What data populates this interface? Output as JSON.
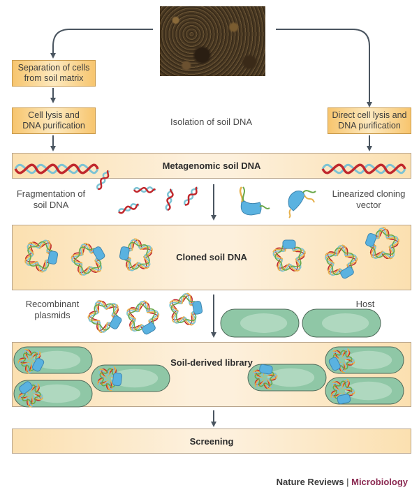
{
  "figure": {
    "source_image": "soil-photo",
    "center_caption": "Isolation of soil DNA",
    "left_path": {
      "step1": "Separation of cells from soil matrix",
      "step1_lines": [
        "Separation of cells",
        "from soil matrix"
      ],
      "step2_lines": [
        "Cell lysis and",
        "DNA purification"
      ]
    },
    "right_path": {
      "step1_lines": [
        "Direct cell lysis and",
        "DNA purification"
      ]
    },
    "bands": {
      "metagenomic": "Metagenomic soil DNA",
      "cloned": "Cloned soil DNA",
      "library": "Soil-derived library",
      "screening": "Screening"
    },
    "side_labels": {
      "fragmentation_lines": [
        "Fragmentation of",
        "soil DNA"
      ],
      "vector_lines": [
        "Linearized cloning",
        "vector"
      ],
      "recombinant_lines": [
        "Recombinant",
        "plasmids"
      ],
      "host": "Host"
    },
    "icons": {
      "dna_helix": "dna-double-helix-icon",
      "plasmid": "recombinant-plasmid-icon",
      "host_cell": "bacterial-cell-icon"
    },
    "colors": {
      "arrow": "#4a5560",
      "band_fill": "#fde9c8",
      "box_fill": "#f8c66f",
      "dna_red": "#c0282d",
      "dna_blue": "#7cc3d4",
      "vector_blue": "#5ab2e0",
      "cell_green": "#8fc7a6",
      "journal_accent": "#8b2a52"
    }
  },
  "credit": {
    "publisher": "Nature Reviews",
    "separator": "|",
    "journal": "Microbiology"
  }
}
